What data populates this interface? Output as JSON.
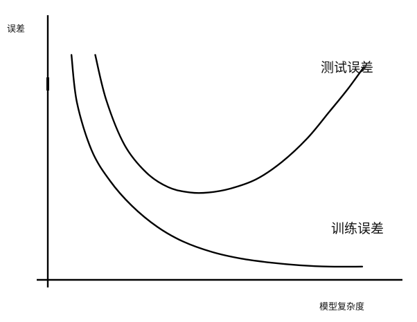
{
  "chart_data": {
    "type": "line",
    "xlabel": "模型复杂度",
    "ylabel": "误差",
    "grid": false,
    "legend": "none",
    "xlim": [
      0,
      10
    ],
    "ylim": [
      0,
      10
    ],
    "series": [
      {
        "name": "测试误差",
        "x": [
          1.6,
          1.9,
          2.4,
          3.0,
          3.6,
          4.2,
          4.7,
          5.3,
          6.0,
          6.7,
          7.4,
          8.0,
          8.5,
          8.95
        ],
        "y": [
          8.5,
          6.8,
          5.1,
          4.05,
          3.5,
          3.3,
          3.3,
          3.45,
          3.8,
          4.45,
          5.35,
          6.35,
          7.2,
          8.05
        ]
      },
      {
        "name": "训练误差",
        "x": [
          0.95,
          1.1,
          1.5,
          2.0,
          2.6,
          3.3,
          4.0,
          4.8,
          5.6,
          6.4,
          7.2,
          8.0,
          8.9
        ],
        "y": [
          8.5,
          6.7,
          4.9,
          3.75,
          2.8,
          2.0,
          1.45,
          1.05,
          0.8,
          0.65,
          0.55,
          0.5,
          0.5
        ]
      }
    ]
  }
}
